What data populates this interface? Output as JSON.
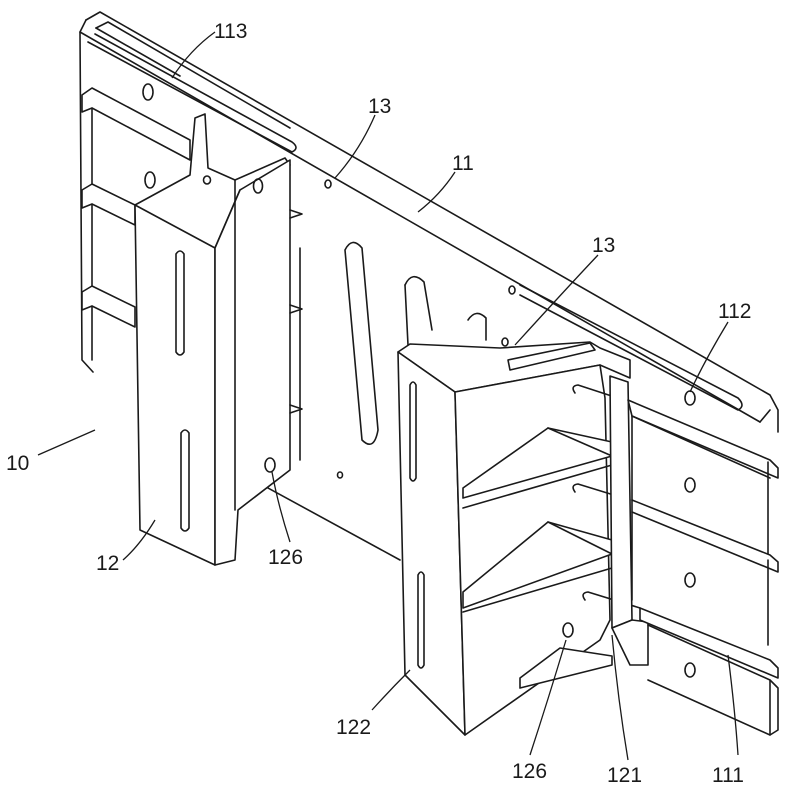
{
  "figure": {
    "labels": {
      "l10": "10",
      "l11": "11",
      "l111": "111",
      "l112": "112",
      "l113": "113",
      "l12": "12",
      "l121": "121",
      "l122": "122",
      "l126a": "126",
      "l126b": "126",
      "l13a": "13",
      "l13b": "13"
    }
  }
}
